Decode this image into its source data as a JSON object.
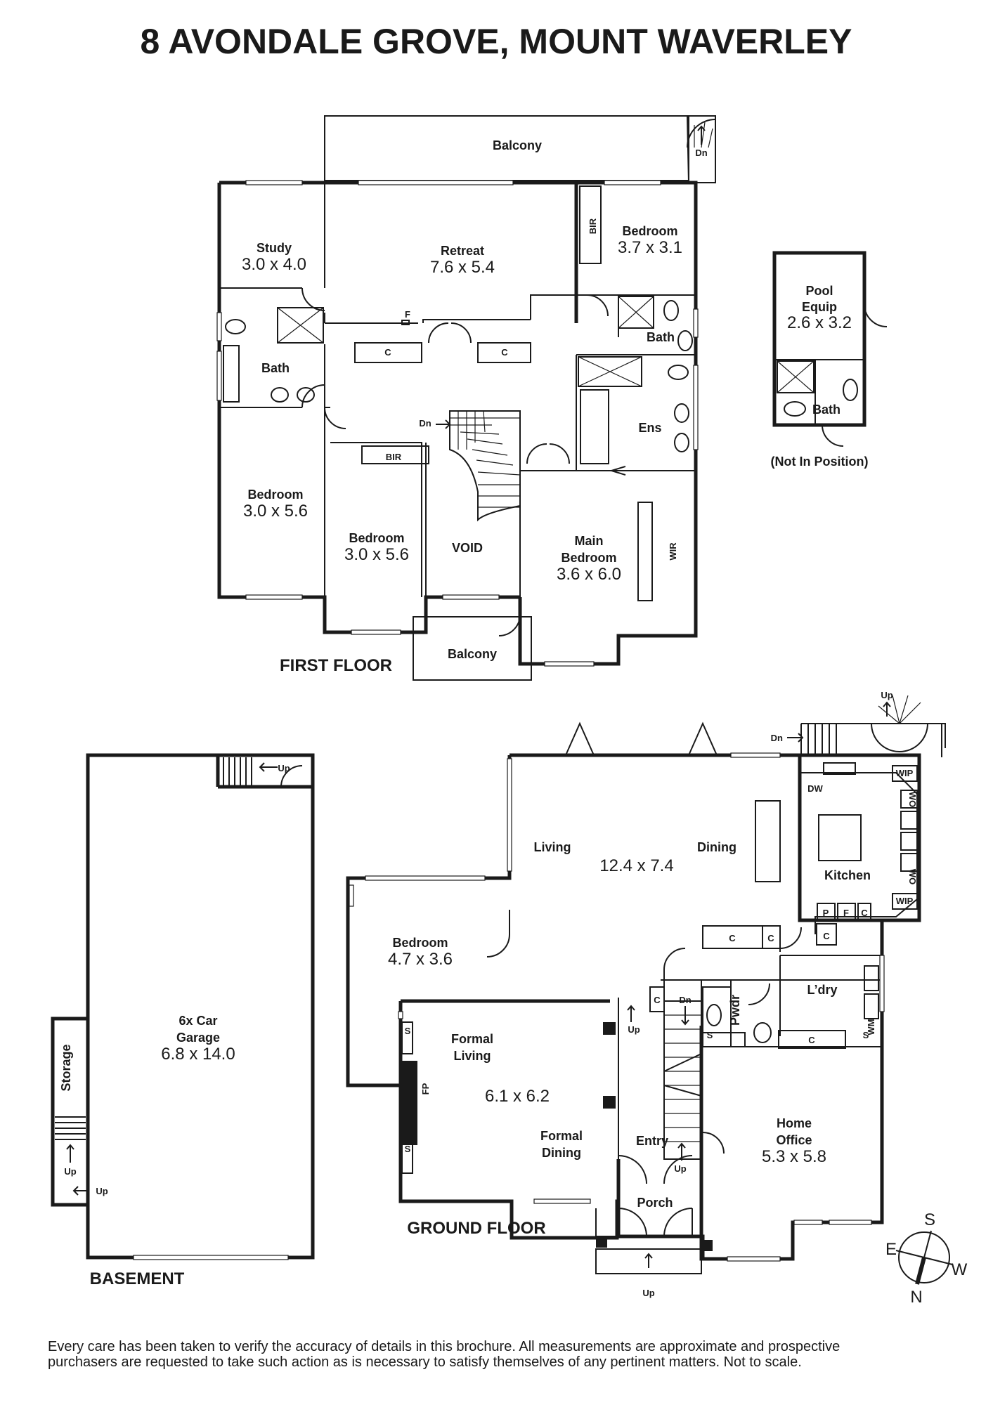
{
  "title": "8 AVONDALE GROVE, MOUNT WAVERLEY",
  "first_floor": {
    "label": "FIRST FLOOR",
    "balcony_top": "Balcony",
    "balcony_front": "Balcony",
    "study": {
      "name": "Study",
      "dims": "3.0 x 4.0"
    },
    "retreat": {
      "name": "Retreat",
      "dims": "7.6 x 5.4"
    },
    "bedroom_ne": {
      "name": "Bedroom",
      "dims": "3.7 x 3.1"
    },
    "bedroom_w": {
      "name": "Bedroom",
      "dims": "3.0 x 5.6"
    },
    "bedroom_mid": {
      "name": "Bedroom",
      "dims": "3.0 x 5.6"
    },
    "main_bedroom": {
      "name1": "Main",
      "name2": "Bedroom",
      "dims": "3.6 x 6.0"
    },
    "void": "VOID",
    "bath_w": "Bath",
    "bath_e": "Bath",
    "ens": "Ens",
    "bir_top": "BIR",
    "bir_mid": "BIR",
    "wir": "WIR",
    "cup1": "C",
    "cup2": "C",
    "f": "F",
    "dn_stair": "Dn",
    "dn_spiral": "Dn"
  },
  "pool": {
    "name1": "Pool",
    "name2": "Equip",
    "dims": "2.6 x 3.2",
    "bath": "Bath",
    "note": "(Not In Position)"
  },
  "basement": {
    "label": "BASEMENT",
    "garage1": "6x Car",
    "garage2": "Garage",
    "dims": "6.8 x 14.0",
    "storage": "Storage",
    "up1": "Up",
    "up2": "Up",
    "up3": "Up"
  },
  "ground_floor": {
    "label": "GROUND FLOOR",
    "living": "Living",
    "dining": "Dining",
    "living_dims": "12.4 x 7.4",
    "kitchen": "Kitchen",
    "dw": "DW",
    "wip1": "WIP",
    "wip2": "WIP",
    "wo1": "WO",
    "wo2": "WO",
    "p": "P",
    "f": "F",
    "c1": "C",
    "c2": "C",
    "c3": "C",
    "c4": "C",
    "c5": "C",
    "c6": "C",
    "bedroom": {
      "name": "Bedroom",
      "dims": "4.7 x 3.6"
    },
    "formal_living1": "Formal",
    "formal_living2": "Living",
    "formal_dims": "6.1 x 6.2",
    "formal_dining1": "Formal",
    "formal_dining2": "Dining",
    "fp": "FP",
    "s1": "S",
    "s2": "S",
    "s3": "S",
    "s4": "S",
    "pwdr": "Pwdr",
    "ldry": "L’dry",
    "wm": "WM",
    "entry": "Entry",
    "porch": "Porch",
    "home_office1": "Home",
    "home_office2": "Office",
    "home_office_dims": "5.3 x 5.8",
    "up_stair": "Up",
    "dn_stair": "Dn",
    "up_entry": "Up",
    "up_porch": "Up",
    "up_spiral": "Up",
    "dn_deck": "Dn"
  },
  "compass": {
    "n": "N",
    "s": "S",
    "e": "E",
    "w": "W"
  },
  "disclaimer1": "Every care has been taken to verify the accuracy of details in this brochure. All measurements are approximate and prospective",
  "disclaimer2": "purchasers are requested to take such action as is necessary to satisfy themselves of any pertinent matters. Not to scale."
}
